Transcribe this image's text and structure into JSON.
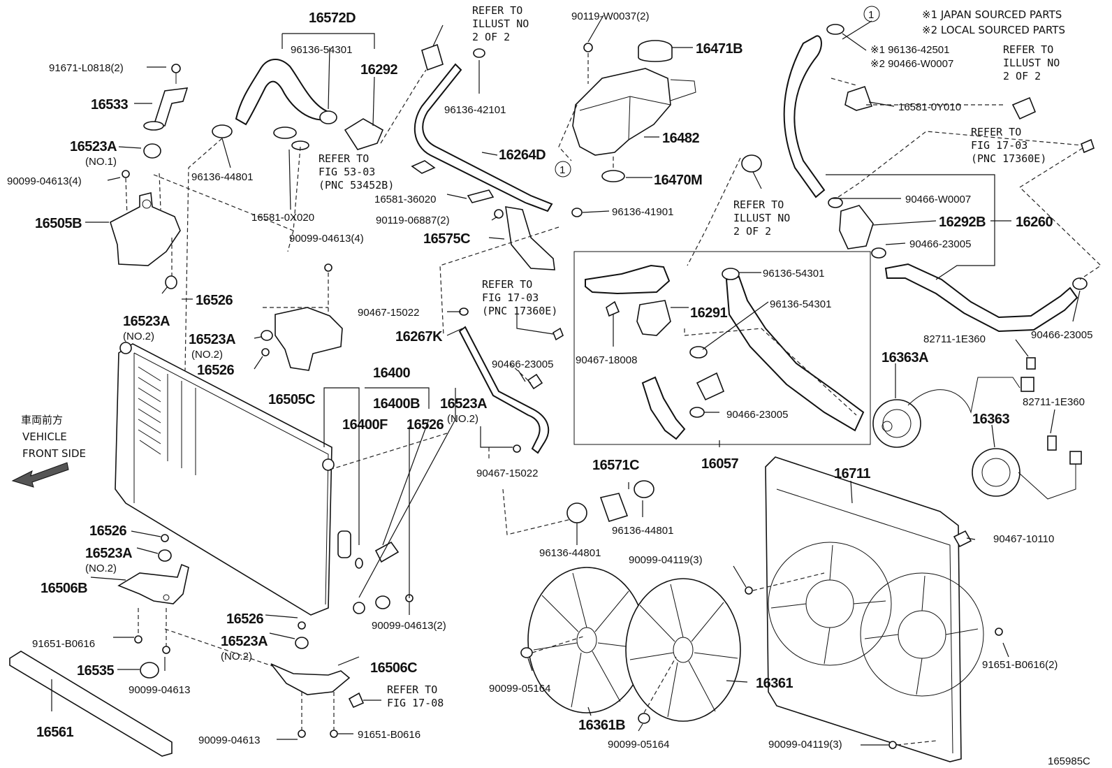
{
  "diagram_id": "165985C",
  "notes": {
    "note1": "※1 JAPAN SOURCED PARTS",
    "note2": "※2 LOCAL SOURCED PARTS"
  },
  "direction": {
    "jp": "車両前方",
    "en1": "VEHICLE",
    "en2": "FRONT SIDE"
  },
  "refs": {
    "ill1": [
      "REFER TO",
      "ILLUST NO",
      "2 OF 2"
    ],
    "ill2": [
      "REFER TO",
      "ILLUST NO",
      "2 OF 2"
    ],
    "ill3": [
      "REFER TO",
      "ILLUST NO",
      "2 OF 2"
    ],
    "fig53": [
      "REFER TO",
      "FIG 53-03",
      "(PNC 53452B)"
    ],
    "fig17a": [
      "REFER TO",
      "FIG 17-03",
      "(PNC 17360E)"
    ],
    "fig17b": [
      "REFER TO",
      "FIG 17-03",
      "(PNC 17360E)"
    ],
    "fig1708": [
      "REFER TO",
      "FIG 17-08"
    ]
  },
  "labels": {
    "p16572D": "16572D",
    "p96136_54301a": "96136-54301",
    "p16292": "16292",
    "p91671": "91671-L0818(2)",
    "p16533": "16533",
    "p16523A_top": "16523A",
    "no1": "(NO.1)",
    "p90099_04613_4a": "90099-04613(4)",
    "p96136_44801a": "96136-44801",
    "p16581_0X020": "16581-0X020",
    "p16505B": "16505B",
    "p90099_04613_4b": "90099-04613(4)",
    "p16526a": "16526",
    "p16523A_2a": "16523A",
    "no2a": "(NO.2)",
    "p16523A_2b": "16523A",
    "no2b": "(NO.2)",
    "p16526b": "16526",
    "p16505C": "16505C",
    "p96136_42101": "96136-42101",
    "p16264D": "16264D",
    "p16581_36020": "16581-36020",
    "p90119_06887": "90119-06887(2)",
    "p16575C": "16575C",
    "p96136_41901": "96136-41901",
    "p90467_15022a": "90467-15022",
    "p16267K": "16267K",
    "p90466_23005a": "90466-23005",
    "p16400": "16400",
    "p16400B": "16400B",
    "p16400F": "16400F",
    "p16526c": "16526",
    "p16523A_2c": "16523A",
    "no2c": "(NO.2)",
    "p90467_15022b": "90467-15022",
    "p90119_W0037": "90119-W0037(2)",
    "p16471B": "16471B",
    "p16482": "16482",
    "p16470M": "16470M",
    "p96136_54301b": "96136-54301",
    "p16291": "16291",
    "p96136_54301c": "96136-54301",
    "p90467_18008": "90467-18008",
    "p90466_23005b": "90466-23005",
    "p16057": "16057",
    "p16571C": "16571C",
    "p96136_44801b": "96136-44801",
    "p96136_44801c": "96136-44801",
    "p96136_42501": "※1 96136-42501",
    "p90466_W0007a": "※2 90466-W0007",
    "p16581_0Y010": "16581-0Y010",
    "p90466_W0007b": "90466-W0007",
    "p16292B": "16292B",
    "p16260": "16260",
    "p90466_23005c": "90466-23005",
    "p90466_23005d": "90466-23005",
    "p82711_1E360a": "82711-1E360",
    "p16363A": "16363A",
    "p82711_1E360b": "82711-1E360",
    "p16363": "16363",
    "p16711": "16711",
    "p90467_10110": "90467-10110",
    "p90099_04119_3a": "90099-04119(3)",
    "p91651_B0616_2": "91651-B0616(2)",
    "p16361": "16361",
    "p16361B": "16361B",
    "p90099_05164a": "90099-05164",
    "p90099_05164b": "90099-05164",
    "p90099_04119_3b": "90099-04119(3)",
    "p16526d": "16526",
    "p16523A_2d": "16523A",
    "no2d": "(NO.2)",
    "p16506B": "16506B",
    "p91651_B0616a": "91651-B0616",
    "p16535": "16535",
    "p90099_04613a": "90099-04613",
    "p16561": "16561",
    "p16526e": "16526",
    "p16523A_2e": "16523A",
    "no2e": "(NO.2)",
    "p16506C": "16506C",
    "p90099_04613b": "90099-04613",
    "p91651_B0616b": "91651-B0616",
    "p90099_04613_2": "90099-04613(2)",
    "circle1a": "1",
    "circle1b": "1"
  }
}
